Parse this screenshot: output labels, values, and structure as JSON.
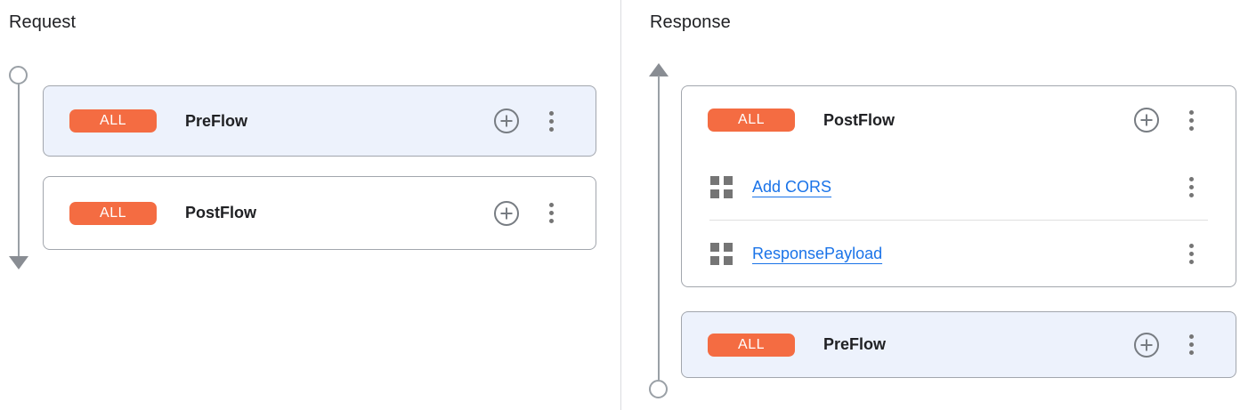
{
  "request": {
    "title": "Request",
    "flows": [
      {
        "badge": "ALL",
        "name": "PreFlow"
      },
      {
        "badge": "ALL",
        "name": "PostFlow"
      }
    ]
  },
  "response": {
    "title": "Response",
    "flows": [
      {
        "badge": "ALL",
        "name": "PostFlow",
        "policies": [
          {
            "name": "Add CORS"
          },
          {
            "name": "ResponsePayload"
          }
        ]
      },
      {
        "badge": "ALL",
        "name": "PreFlow"
      }
    ]
  },
  "icons": {
    "add_policy": "plus-circle-icon",
    "more_options": "kebab-menu-icon",
    "policy": "grid-icon",
    "request_direction": "arrow-down-icon",
    "response_direction": "arrow-up-icon"
  },
  "colors": {
    "badge_orange": "#F46C42",
    "link_blue": "#1A73E8",
    "highlight_card_bg": "#EDF2FC",
    "card_border": "#A2A6AD",
    "timeline_gray": "#9AA0A6",
    "icon_gray": "#757575"
  }
}
